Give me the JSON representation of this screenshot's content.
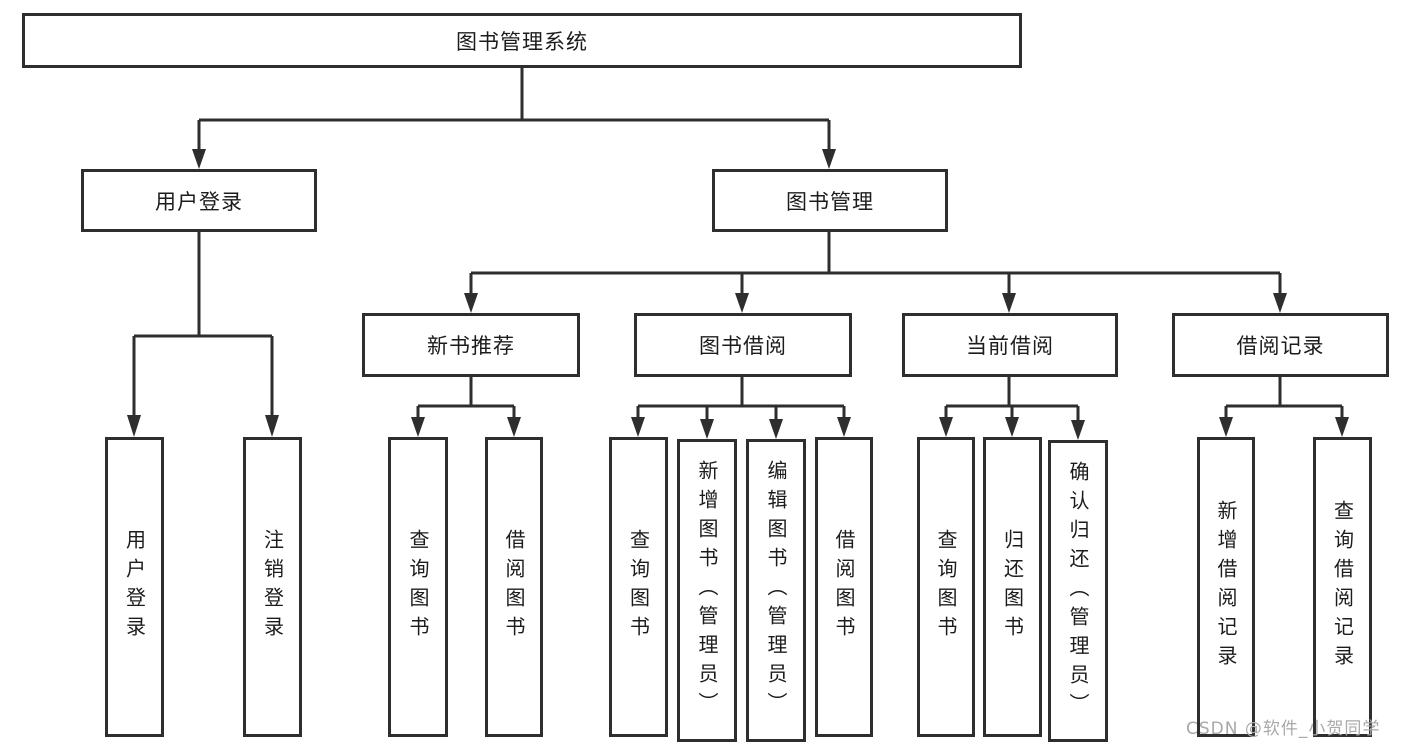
{
  "diagram": {
    "type": "hierarchy-tree",
    "colors": {
      "line": "#2e2e2e",
      "box_border": "#2e2e2e",
      "box_fill": "#ffffff",
      "text": "#1c1c1c",
      "watermark_text": "#a9a9a9",
      "background": "#ffffff"
    },
    "tree": {
      "label": "图书管理系统",
      "children": [
        {
          "label": "用户登录",
          "children": [
            {
              "label": "用户登录"
            },
            {
              "label": "注销登录"
            }
          ]
        },
        {
          "label": "图书管理",
          "children": [
            {
              "label": "新书推荐",
              "children": [
                {
                  "label": "查询图书"
                },
                {
                  "label": "借阅图书"
                }
              ]
            },
            {
              "label": "图书借阅",
              "children": [
                {
                  "label": "查询图书"
                },
                {
                  "label": "新增图书（管理员）"
                },
                {
                  "label": "编辑图书（管理员）"
                },
                {
                  "label": "借阅图书"
                }
              ]
            },
            {
              "label": "当前借阅",
              "children": [
                {
                  "label": "查询图书"
                },
                {
                  "label": "归还图书"
                },
                {
                  "label": "确认归还（管理员）"
                }
              ]
            },
            {
              "label": "借阅记录",
              "children": [
                {
                  "label": "新增借阅记录"
                },
                {
                  "label": "查询借阅记录"
                }
              ]
            }
          ]
        }
      ]
    },
    "watermark": {
      "text": "CSDN @软件_小贺同学"
    }
  }
}
